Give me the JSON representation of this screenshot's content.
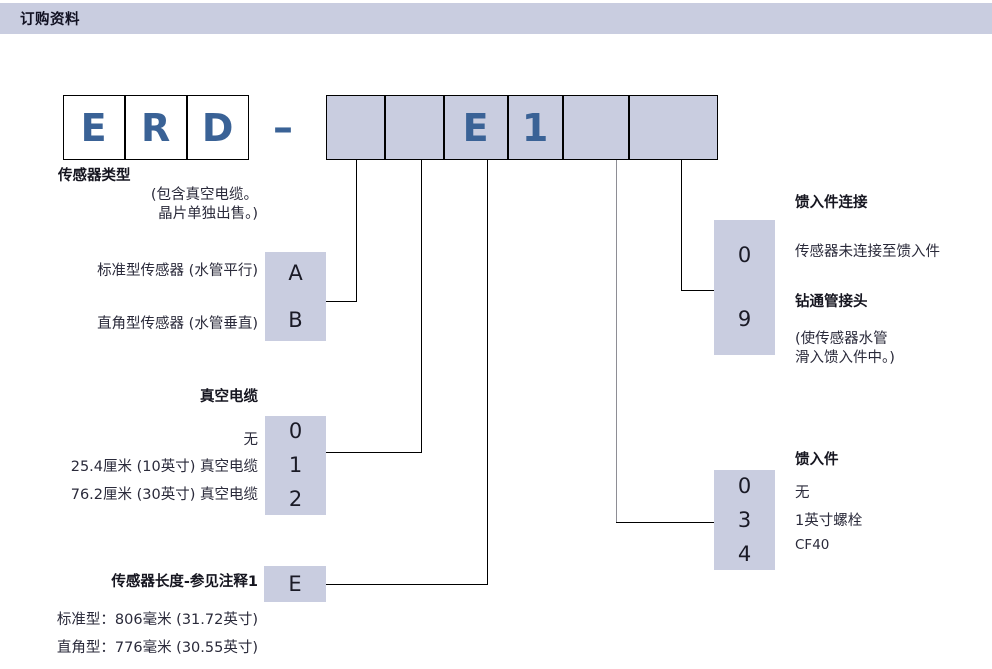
{
  "header": {
    "title": "订购资料"
  },
  "part_number": {
    "fixed": [
      "E",
      "R",
      "D"
    ],
    "separator": "–",
    "slots": [
      "",
      "",
      "E",
      "1",
      "",
      ""
    ]
  },
  "groups": {
    "sensor_type": {
      "heading": "传感器类型",
      "note_lines": [
        "(包含真空电缆。",
        "晶片单独出售。)"
      ],
      "options": [
        {
          "label": "标准型传感器 (水管平行)",
          "code": "A"
        },
        {
          "label": "直角型传感器 (水管垂直)",
          "code": "B"
        }
      ]
    },
    "vacuum_cable": {
      "heading": "真空电缆",
      "options": [
        {
          "label": "无",
          "code": "0"
        },
        {
          "label": "25.4厘米 (10英寸) 真空电缆",
          "code": "1"
        },
        {
          "label": "76.2厘米 (30英寸) 真空电缆",
          "code": "2"
        }
      ]
    },
    "sensor_length": {
      "heading": "传感器长度-参见注释1",
      "code": "E",
      "detail_lines": [
        "标准型：806毫米 (31.72英寸)",
        "直角型：776毫米 (30.55英寸)"
      ]
    },
    "feedthrough_connection": {
      "heading": "馈入件连接",
      "codes": [
        "0",
        "9"
      ],
      "option_0_label": "传感器未连接至馈入件",
      "option_9_label": "钻通管接头",
      "option_9_note_lines": [
        "(使传感器水管",
        "滑入馈入件中。)"
      ]
    },
    "feedthrough": {
      "heading": "馈入件",
      "options": [
        {
          "code": "0",
          "label": "无"
        },
        {
          "code": "3",
          "label": "1英寸螺栓"
        },
        {
          "code": "4",
          "label": "CF40"
        }
      ]
    }
  },
  "colors": {
    "header_bg": "#c9cde0",
    "box_fill": "#c9cde0",
    "code_text": "#3a6296",
    "line": "#000000"
  }
}
